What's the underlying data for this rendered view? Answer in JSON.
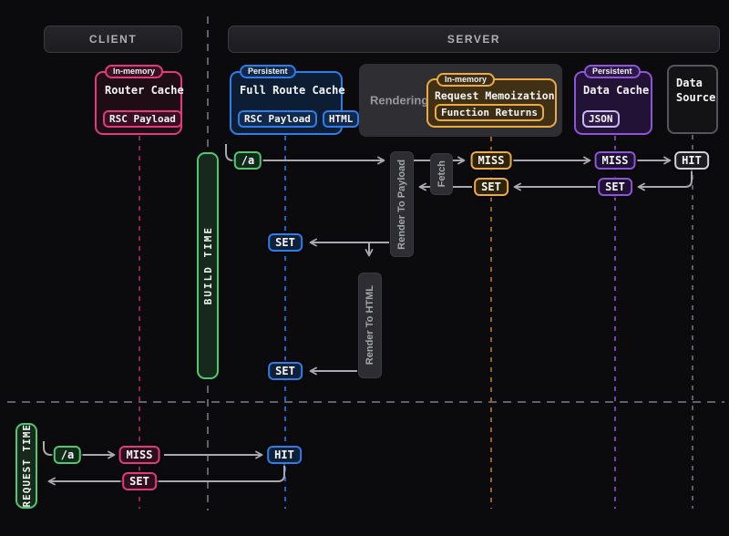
{
  "headers": {
    "client": "CLIENT",
    "server": "SERVER"
  },
  "colors": {
    "background": "#0b0b0d",
    "pink": "#e13b79",
    "blue": "#2e7de9",
    "orange": "#ecaa43",
    "purple": "#8f55d8",
    "green": "#4ec971",
    "arrow": "#a9a9af"
  },
  "boxes": {
    "router_cache": {
      "badge": "In-memory",
      "title": "Router Cache",
      "tags": [
        "RSC Payload"
      ]
    },
    "full_route_cache": {
      "badge": "Persistent",
      "title": "Full Route Cache",
      "tags": [
        "RSC Payload",
        "HTML"
      ]
    },
    "rendering": {
      "title": "Rendering"
    },
    "request_memoization": {
      "badge": "In-memory",
      "title": "Request Memoization",
      "tags": [
        "Function Returns"
      ]
    },
    "data_cache": {
      "badge": "Persistent",
      "title": "Data Cache",
      "tags": [
        "JSON"
      ]
    },
    "data_source": {
      "line1": "Data",
      "line2": "Source"
    }
  },
  "bars": {
    "build": "BUILD TIME",
    "request": "REQUEST TIME"
  },
  "activities": {
    "render_to_payload": "Render To Payload",
    "fetch": "Fetch",
    "render_to_html": "Render To HTML"
  },
  "build_flow": {
    "route": "/a",
    "memo_miss": "MISS",
    "memo_set": "SET",
    "cache_miss": "MISS",
    "cache_set": "SET",
    "source_hit": "HIT",
    "payload_set": "SET",
    "html_set": "SET"
  },
  "request_flow": {
    "route": "/a",
    "router_miss": "MISS",
    "route_hit": "HIT",
    "router_set": "SET"
  }
}
